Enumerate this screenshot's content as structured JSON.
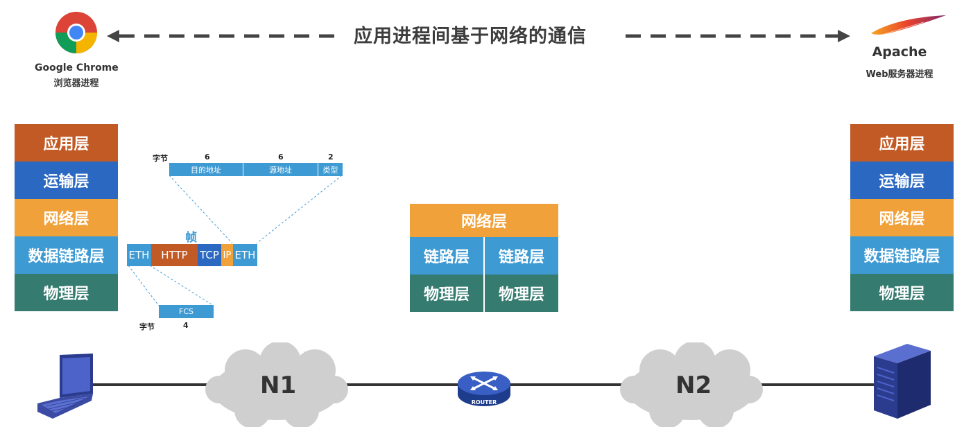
{
  "title": "应用进程间基于网络的通信",
  "left_app": {
    "name": "Google Chrome",
    "sub": "浏览器进程"
  },
  "right_app": {
    "name": "Apache",
    "sub": "Web服务器进程"
  },
  "left_stack": [
    "应用层",
    "运输层",
    "网络层",
    "数据链路层",
    "物理层"
  ],
  "right_stack": [
    "应用层",
    "运输层",
    "网络层",
    "数据链路层",
    "物理层"
  ],
  "router_stack": {
    "top": "网络层",
    "link_left": "链路层",
    "link_right": "链路层",
    "phy_left": "物理层",
    "phy_right": "物理层"
  },
  "frame": {
    "label": "帧",
    "cells": [
      "ETH",
      "HTTP",
      "TCP",
      "IP",
      "ETH"
    ],
    "header_bytes_label": "字节",
    "header_bytes": [
      "6",
      "6",
      "2"
    ],
    "header_fields": [
      "目的地址",
      "源地址",
      "类型"
    ],
    "trailer_field": "FCS",
    "trailer_bytes_label": "字节",
    "trailer_bytes": "4"
  },
  "network": {
    "cloud1": "N1",
    "cloud2": "N2",
    "router_label": "ROUTER"
  },
  "colors": {
    "application": "#C25A26",
    "transport": "#2A68C2",
    "network": "#F0A13A",
    "datalink": "#3E9AD3",
    "physical": "#357B70"
  }
}
